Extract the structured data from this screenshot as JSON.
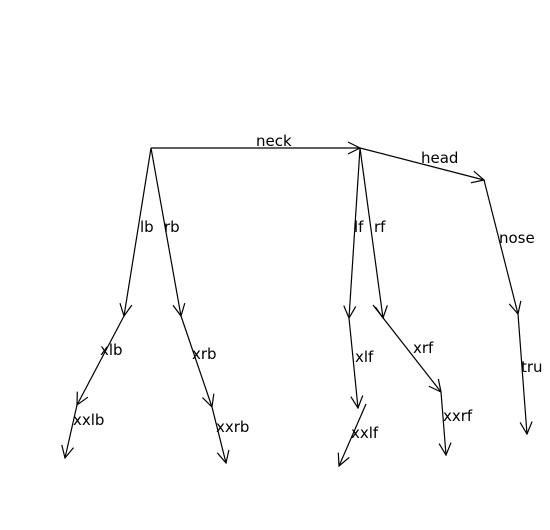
{
  "diagram": {
    "edges": [
      {
        "id": "neck",
        "label": "neck"
      },
      {
        "id": "head",
        "label": "head"
      },
      {
        "id": "nose",
        "label": "nose"
      },
      {
        "id": "tru",
        "label": "tru"
      },
      {
        "id": "lb",
        "label": "lb"
      },
      {
        "id": "rb",
        "label": "rb"
      },
      {
        "id": "xlb",
        "label": "xlb"
      },
      {
        "id": "xrb",
        "label": "xrb"
      },
      {
        "id": "xxlb",
        "label": "xxlb"
      },
      {
        "id": "xxrb",
        "label": "xxrb"
      },
      {
        "id": "lf",
        "label": "lf"
      },
      {
        "id": "rf",
        "label": "rf"
      },
      {
        "id": "xlf",
        "label": "xlf"
      },
      {
        "id": "xrf",
        "label": "xrf"
      },
      {
        "id": "xxlf",
        "label": "xxlf"
      },
      {
        "id": "xxrf",
        "label": "xxrf"
      }
    ]
  }
}
